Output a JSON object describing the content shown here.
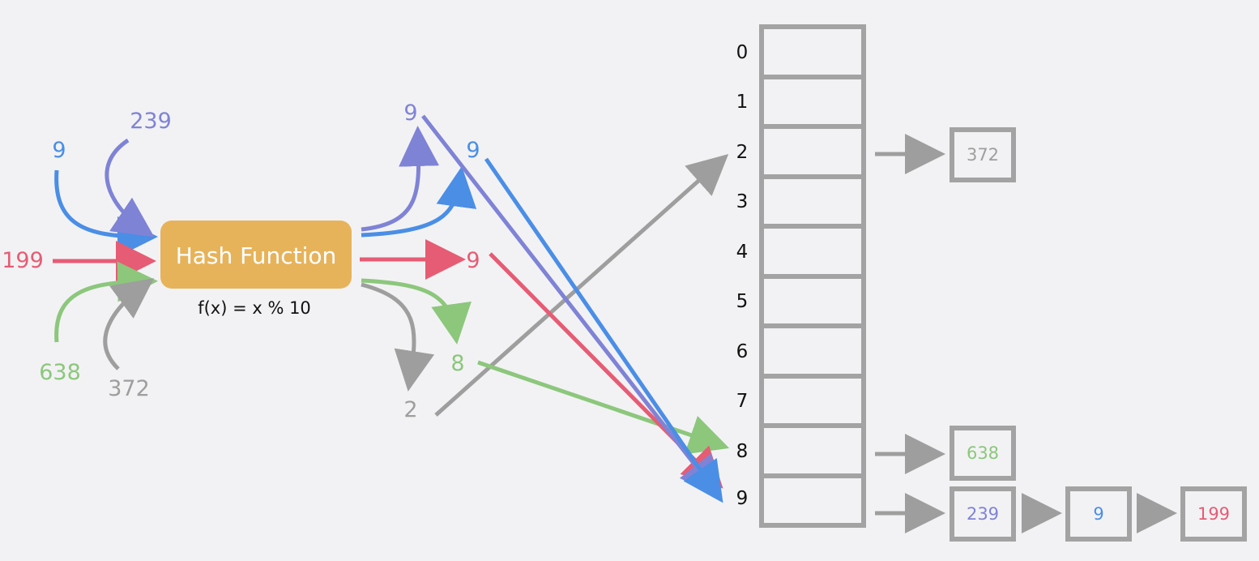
{
  "hash_function": {
    "label": "Hash Function",
    "formula": "f(x) = x % 10",
    "box_color": "#e7b35a"
  },
  "colors": {
    "blue": "#4a8ee6",
    "purple": "#7f83d6",
    "red": "#e65c74",
    "green": "#8cc77c",
    "gray": "#9e9e9e",
    "table_stroke": "#a3a3a3"
  },
  "inputs": {
    "k9": "9",
    "k239": "239",
    "k199": "199",
    "k638": "638",
    "k372": "372"
  },
  "outputs": {
    "h239": "9",
    "h9": "9",
    "h199": "9",
    "h638": "8",
    "h372": "2"
  },
  "table": {
    "indices": [
      "0",
      "1",
      "2",
      "3",
      "4",
      "5",
      "6",
      "7",
      "8",
      "9"
    ]
  },
  "chains": {
    "bucket2": [
      "372"
    ],
    "bucket8": [
      "638"
    ],
    "bucket9": [
      "239",
      "9",
      "199"
    ]
  }
}
